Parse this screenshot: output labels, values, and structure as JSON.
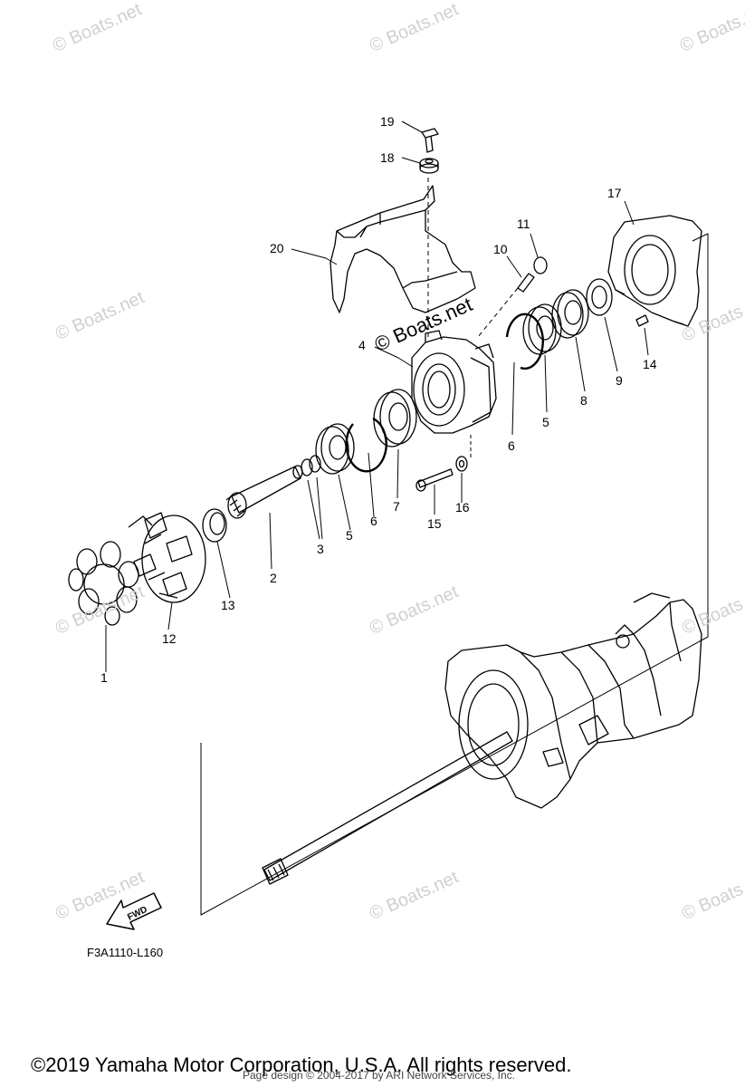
{
  "watermarks": {
    "small": "© Boats.net",
    "center": "© Boats.net"
  },
  "callouts": [
    "1",
    "2",
    "3",
    "4",
    "5",
    "5",
    "6",
    "6",
    "7",
    "8",
    "9",
    "10",
    "11",
    "12",
    "13",
    "14",
    "15",
    "16",
    "17",
    "18",
    "19",
    "20"
  ],
  "fwd_label": "FWD",
  "diagram_code": "F3A1110-L160",
  "copyright": "©2019 Yamaha Motor Corporation, U.S.A. All rights reserved.",
  "credit": "Page design © 2004-2017 by ARI Network Services, Inc."
}
